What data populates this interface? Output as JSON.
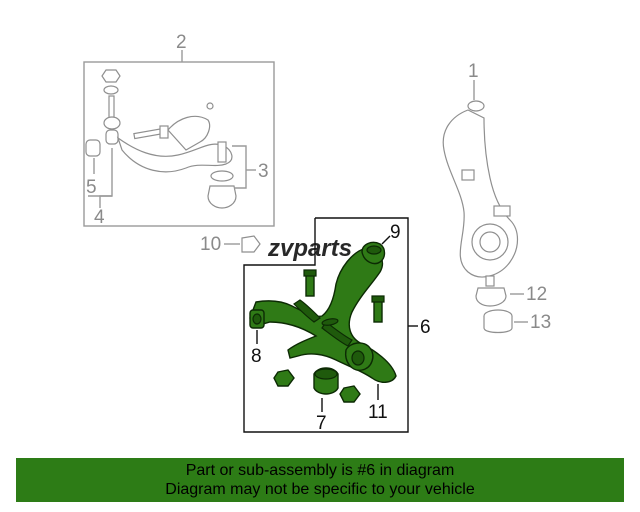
{
  "callouts": {
    "c1": "1",
    "c2": "2",
    "c3": "3",
    "c4": "4",
    "c5": "5",
    "c6": "6",
    "c7": "7",
    "c8": "8",
    "c9": "9",
    "c10": "10",
    "c11": "11",
    "c12": "12",
    "c13": "13"
  },
  "watermark": "zvparts",
  "banner": {
    "line1": "Part or sub-assembly is #6 in diagram",
    "line2": "Diagram may not be specific to your vehicle"
  },
  "colors": {
    "highlight": "#2f7a16",
    "banner_bg": "#2d7c16",
    "ghost_line": "#8f8f8f"
  }
}
